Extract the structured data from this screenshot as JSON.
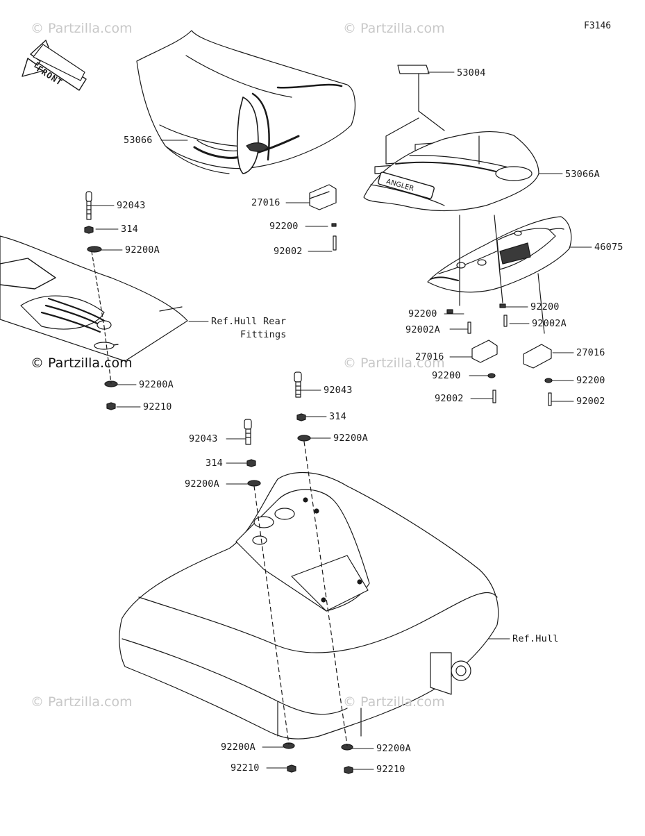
{
  "figure_code": "F3146",
  "front_label": "FRONT",
  "watermark": "© Partzilla.com",
  "callouts": {
    "c53004": "53004",
    "c53066": "53066",
    "c53066A": "53066A",
    "c46075": "46075",
    "c27016_a": "27016",
    "c92200_a": "92200",
    "c92002_a": "92002",
    "c92043_a": "92043",
    "c314_a": "314",
    "c92200A_a": "92200A",
    "ref_hull_rear_1": "Ref.Hull Rear",
    "ref_hull_rear_2": "Fittings",
    "c92200A_b": "92200A",
    "c92210_a": "92210",
    "c92200_b": "92200",
    "c92002A_b": "92002A",
    "c92200_c": "92200",
    "c92002A_c": "92002A",
    "c27016_b": "27016",
    "c92200_d": "92200",
    "c92002_d": "92002",
    "c27016_c": "27016",
    "c92200_e": "92200",
    "c92002_e": "92002",
    "c92043_b": "92043",
    "c314_b": "314",
    "c92200A_c": "92200A",
    "c92043_c": "92043",
    "c314_c": "314",
    "c92200A_d": "92200A",
    "ref_hull": "Ref.Hull",
    "c92200A_e": "92200A",
    "c92210_e": "92210",
    "c92200A_f": "92200A",
    "c92210_f": "92210"
  },
  "colors": {
    "line": "#1a1a1a",
    "fill_dark": "#3a3a3a",
    "fill_light": "#ffffff",
    "watermark": "#c8c8c8"
  }
}
